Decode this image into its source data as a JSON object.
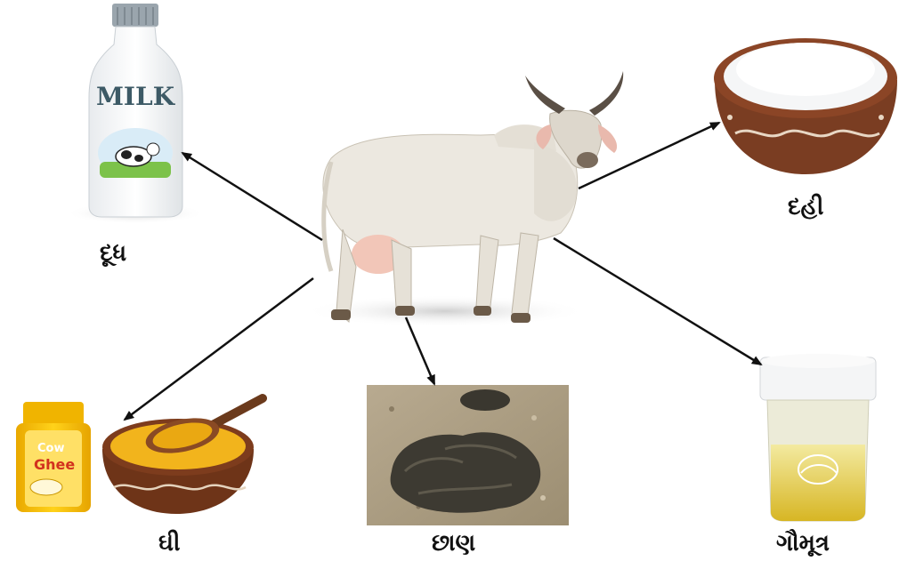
{
  "center": {
    "name": "cow"
  },
  "products": [
    {
      "id": "milk",
      "label": "દૂધ",
      "bottle_text": "MILK"
    },
    {
      "id": "curd",
      "label": "દહી"
    },
    {
      "id": "ghee",
      "label": "ઘી",
      "jar_text_1": "Cow",
      "jar_text_2": "Ghee"
    },
    {
      "id": "dung",
      "label": "છાણ"
    },
    {
      "id": "urine",
      "label": "ગૌમૂત્ર"
    }
  ]
}
